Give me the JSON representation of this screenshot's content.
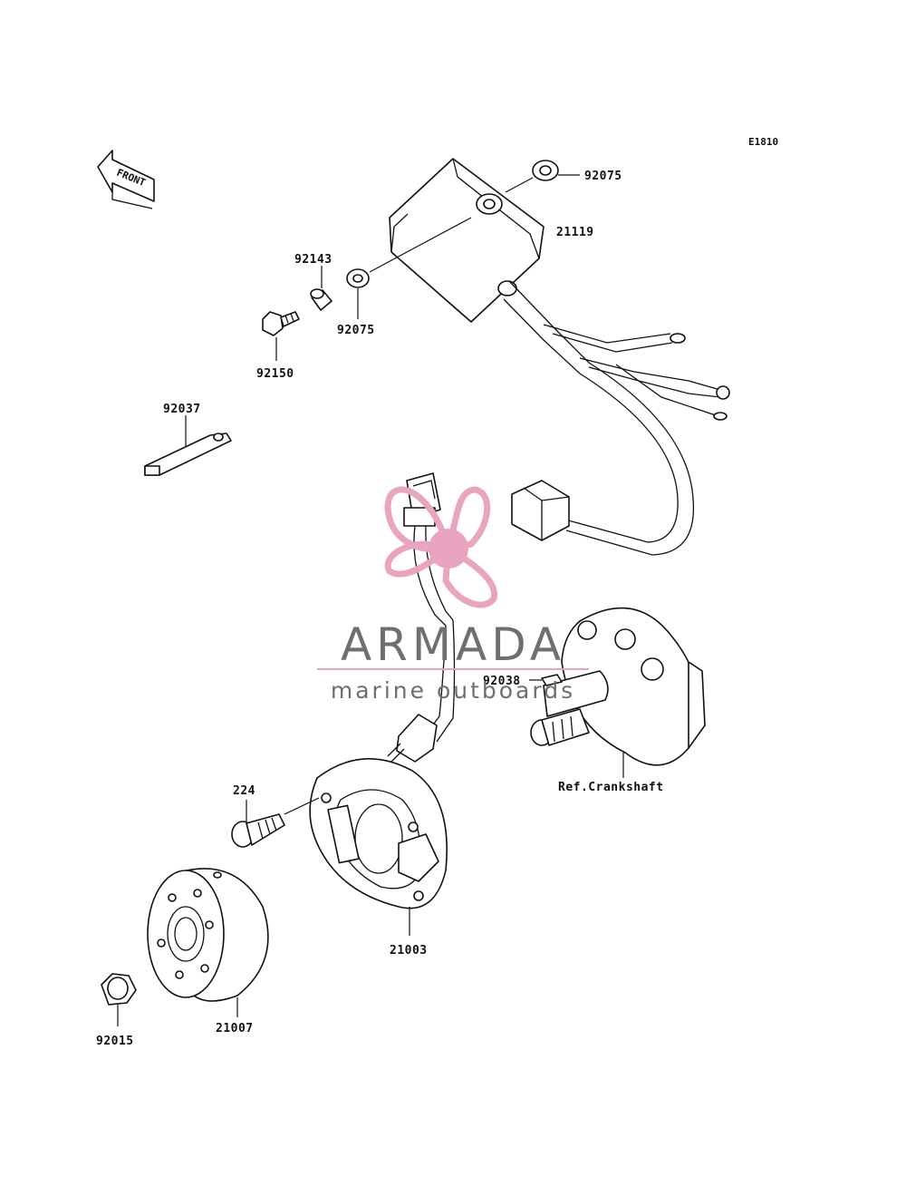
{
  "diagram": {
    "code": "E1810",
    "front_label": "FRONT",
    "parts": {
      "p92075_top": "92075",
      "p21119": "21119",
      "p92143": "92143",
      "p92075_low": "92075",
      "p92150": "92150",
      "p92037": "92037",
      "p92038": "92038",
      "ref_crankshaft": "Ref.Crankshaft",
      "p224": "224",
      "p21003": "21003",
      "p21007": "21007",
      "p92015": "92015"
    }
  },
  "watermark": {
    "title": "ARMADA",
    "subtitle": "marine outboards",
    "colors": {
      "propeller": "#e9a4c0",
      "text": "#6f6f6f"
    }
  }
}
